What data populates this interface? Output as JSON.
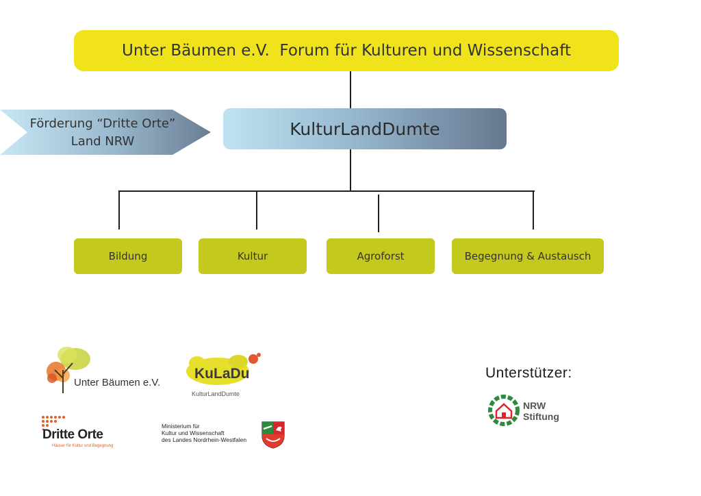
{
  "diagram": {
    "root": "Unter Bäumen e.V.  Forum für Kulturen und Wissenschaft",
    "project": "KulturLandDumte",
    "funding": {
      "line1": "Förderung “Dritte Orte”",
      "line2": "Land NRW"
    },
    "branches": [
      "Bildung",
      "Kultur",
      "Agroforst",
      "Begegnung & Austausch"
    ]
  },
  "logos": {
    "unter_baeumen": "Unter Bäumen e.V.",
    "kuladu_title": "KuLaDu",
    "kuladu_sub": "KulturLandDumte",
    "dritte_orte_title": "Dritte Orte",
    "dritte_orte_sub": "Häuser für Kultur und Begegnung",
    "ministerium": [
      "Ministerium für",
      "Kultur und Wissenschaft",
      "des Landes Nordrhein-Westfalen"
    ],
    "nrw_stiftung": [
      "NRW",
      "Stiftung"
    ]
  },
  "supporters_label": "Unterstützer:",
  "colors": {
    "yellow": "#f0e31c",
    "olive": "#c3ca1d",
    "blue_light": "#bfe3f2",
    "blue_dark": "#66788f"
  }
}
